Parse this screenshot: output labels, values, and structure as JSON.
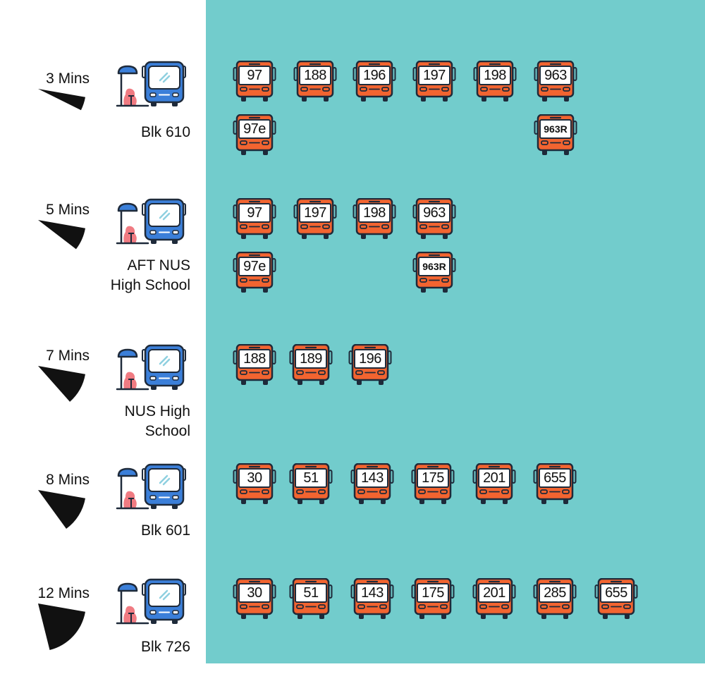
{
  "colors": {
    "panel": "#72cccc",
    "bus_orange": "#f26430",
    "stop_bus_blue": "#3b7fd9",
    "outline": "#1e2a3a",
    "shelter_pink": "#f07b82",
    "wedge": "#111111"
  },
  "stops": [
    {
      "walk_time": "3 Mins",
      "name": "Blk 610",
      "walk_minutes": 3,
      "bus_rows": [
        [
          "97",
          "188",
          "196",
          "197",
          "198",
          "963"
        ],
        [
          "97e",
          "",
          "",
          "",
          "",
          "963R"
        ]
      ]
    },
    {
      "walk_time": "5 Mins",
      "name": "AFT NUS\nHigh School",
      "walk_minutes": 5,
      "bus_rows": [
        [
          "97",
          "197",
          "198",
          "963"
        ],
        [
          "97e",
          "",
          "",
          "963R"
        ]
      ]
    },
    {
      "walk_time": "7 Mins",
      "name": "NUS High\nSchool",
      "walk_minutes": 7,
      "bus_rows": [
        [
          "188",
          "189",
          "196"
        ]
      ]
    },
    {
      "walk_time": "8 Mins",
      "name": "Blk 601",
      "walk_minutes": 8,
      "bus_rows": [
        [
          "30",
          "51",
          "143",
          "175",
          "201",
          "655"
        ]
      ]
    },
    {
      "walk_time": "12 Mins",
      "name": "Blk 726",
      "walk_minutes": 12,
      "bus_rows": [
        [
          "30",
          "51",
          "143",
          "175",
          "201",
          "285",
          "655"
        ]
      ]
    }
  ]
}
